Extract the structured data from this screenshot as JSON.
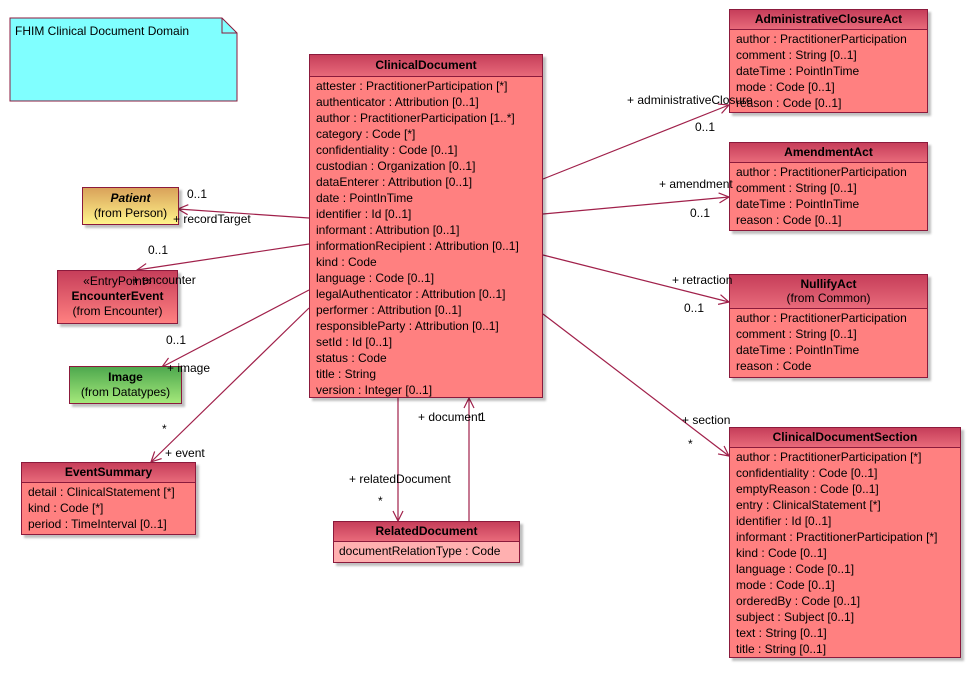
{
  "note": {
    "text": "FHIM Clinical Document Domain"
  },
  "classes": {
    "clinicalDocument": {
      "name": "ClinicalDocument",
      "attributes": [
        "attester : PractitionerParticipation [*]",
        "authenticator : Attribution [0..1]",
        "author : PractitionerParticipation [1..*]",
        "category : Code [*]",
        "confidentiality : Code [0..1]",
        "custodian : Organization [0..1]",
        "dataEnterer : Attribution [0..1]",
        "date : PointInTime",
        "identifier : Id [0..1]",
        "informant : Attribution [0..1]",
        "informationRecipient : Attribution [0..1]",
        "kind : Code",
        "language : Code [0..1]",
        "legalAuthenticator : Attribution [0..1]",
        "performer : Attribution [0..1]",
        "responsibleParty : Attribution [0..1]",
        "setId : Id [0..1]",
        "status : Code",
        "title : String",
        "version : Integer [0..1]"
      ]
    },
    "administrativeClosureAct": {
      "name": "AdministrativeClosureAct",
      "attributes": [
        "author : PractitionerParticipation",
        "comment : String [0..1]",
        "dateTime : PointInTime",
        "mode : Code [0..1]",
        "reason : Code [0..1]"
      ]
    },
    "amendmentAct": {
      "name": "AmendmentAct",
      "attributes": [
        "author : PractitionerParticipation",
        "comment : String [0..1]",
        "dateTime : PointInTime",
        "reason : Code [0..1]"
      ]
    },
    "nullifyAct": {
      "name": "NullifyAct",
      "from": "(from Common)",
      "attributes": [
        "author : PractitionerParticipation",
        "comment : String [0..1]",
        "dateTime : PointInTime",
        "reason : Code"
      ]
    },
    "clinicalDocumentSection": {
      "name": "ClinicalDocumentSection",
      "attributes": [
        "author : PractitionerParticipation [*]",
        "confidentiality : Code [0..1]",
        "emptyReason : Code [0..1]",
        "entry : ClinicalStatement [*]",
        "identifier : Id [0..1]",
        "informant : PractitionerParticipation [*]",
        "kind : Code [0..1]",
        "language : Code [0..1]",
        "mode : Code [0..1]",
        "orderedBy : Code [0..1]",
        "subject : Subject [0..1]",
        "text : String [0..1]",
        "title : String [0..1]"
      ]
    },
    "patient": {
      "name": "Patient",
      "from": "(from Person)",
      "color_top": "#d9a25a",
      "color_bottom": "#fff48a"
    },
    "encounterEvent": {
      "stereotype": "«EntryPoint»",
      "name": "EncounterEvent",
      "from": "(from Encounter)"
    },
    "image": {
      "name": "Image",
      "from": "(from Datatypes)",
      "color_top": "#4ea84e",
      "color_bottom": "#a4e87a"
    },
    "eventSummary": {
      "name": "EventSummary",
      "attributes": [
        "detail : ClinicalStatement [*]",
        "kind : Code [*]",
        "period : TimeInterval [0..1]"
      ]
    },
    "relatedDocument": {
      "name": "RelatedDocument",
      "attributes": [
        "documentRelationType : Code"
      ]
    }
  },
  "associations": [
    {
      "role": "+ recordTarget",
      "multiplicity": "0..1",
      "target": "Patient"
    },
    {
      "role": "+ encounter",
      "multiplicity": "0..1",
      "target": "EncounterEvent"
    },
    {
      "role": "+ image",
      "multiplicity": "0..1",
      "target": "Image"
    },
    {
      "role": "+ event",
      "multiplicity": "*",
      "target": "EventSummary"
    },
    {
      "role": "+ relatedDocument",
      "multiplicity": "*",
      "target": "RelatedDocument"
    },
    {
      "role": "+ document",
      "multiplicity": "1",
      "target": "ClinicalDocument"
    },
    {
      "role": "+ administrativeClosure",
      "multiplicity": "0..1",
      "target": "AdministrativeClosureAct"
    },
    {
      "role": "+ amendment",
      "multiplicity": "0..1",
      "target": "AmendmentAct"
    },
    {
      "role": "+ retraction",
      "multiplicity": "0..1",
      "target": "NullifyAct"
    },
    {
      "role": "+ section",
      "multiplicity": "*",
      "target": "ClinicalDocumentSection"
    }
  ],
  "colors": {
    "line": "#a0204a",
    "border": "#8b1a3c",
    "class_fill": "#ff8080",
    "note_fill": "#80ffff"
  }
}
